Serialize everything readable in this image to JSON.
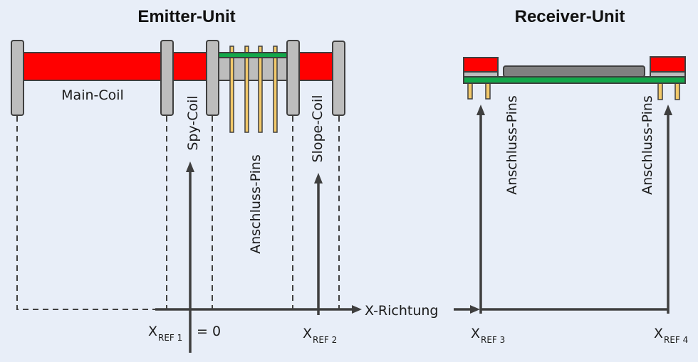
{
  "emitter": {
    "title": "Emitter-Unit",
    "labels": {
      "main_coil": "Main-Coil",
      "spy_coil": "Spy-Coil",
      "pins": "Anschluss-Pins",
      "slope_coil": "Slope-Coil"
    }
  },
  "receiver": {
    "title": "Receiver-Unit",
    "labels": {
      "pins_left": "Anschluss-Pins",
      "pins_right": "Anschluss-Pins"
    }
  },
  "axis": {
    "direction_label": "X-Richtung",
    "refs": [
      {
        "base": "X",
        "sub": "REF 1",
        "suffix": "= 0"
      },
      {
        "base": "X",
        "sub": "REF 2",
        "suffix": ""
      },
      {
        "base": "X",
        "sub": "REF 3",
        "suffix": ""
      },
      {
        "base": "X",
        "sub": "REF 4",
        "suffix": ""
      }
    ]
  },
  "colors": {
    "background": "#E8EEF8",
    "coil": "#FF0000",
    "bobbin": "#BDBDBD",
    "pcb": "#12A84A",
    "pin": "#F2C96A",
    "outline": "#3F3F3F"
  }
}
